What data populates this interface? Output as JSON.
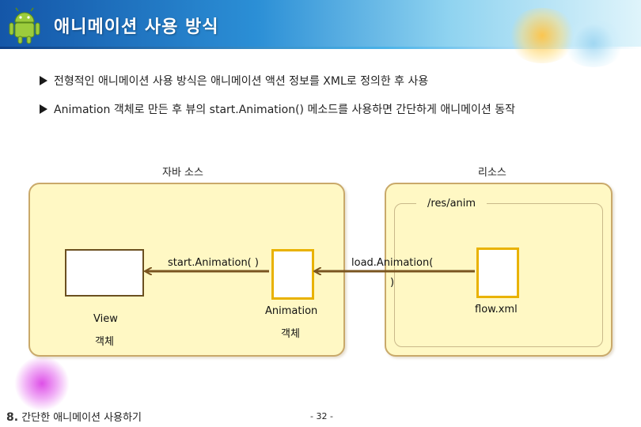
{
  "header": {
    "title": "애니메이션 사용 방식",
    "logo_icon": "android-robot-icon"
  },
  "bullets": [
    "전형적인 애니메이션 사용 방식은 애니메이션 액션 정보를 XML로 정의한 후 사용",
    "Animation 객체로 만든 후 뷰의 start.Animation() 메소드를 사용하면 간단하게 애니메이션 동작"
  ],
  "diagram": {
    "java_section": "자바 소스",
    "resource_section": "리소스",
    "resource_path": "/res/anim",
    "start_call": "start.Animation( )",
    "load_call": "load.Animation(",
    "load_call_close": ")",
    "view_label": "View",
    "view_sublabel": "객체",
    "animation_label": "Animation",
    "animation_sublabel": "객체",
    "xml_label": "flow.xml"
  },
  "footer": {
    "section_number": "8.",
    "section_title": "간단한 애니메이션 사용하기",
    "page_number": "- 32 -"
  },
  "colors": {
    "panel_fill": "#fff8c4",
    "panel_border": "#c9a96a",
    "arrow": "#7a5520",
    "highlight_border": "#e9b200",
    "title_bar": "#1456a8"
  }
}
